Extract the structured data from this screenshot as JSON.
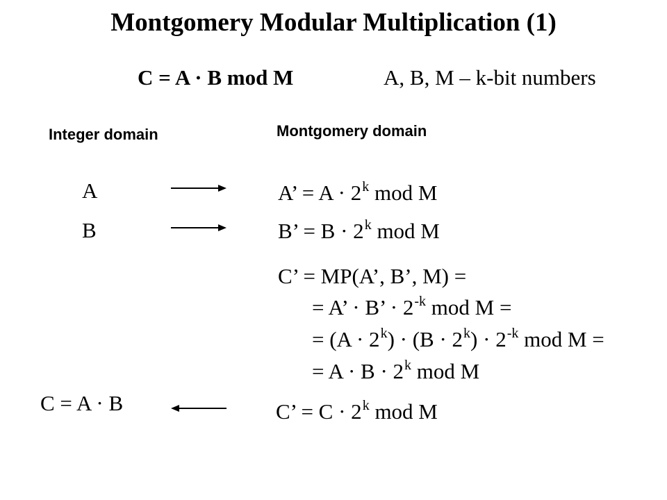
{
  "title": "Montgomery Modular Multiplication (1)",
  "header": {
    "formula": "C = A · B mod  M",
    "note": "A, B, M – k-bit numbers"
  },
  "columns": {
    "integer": "Integer domain",
    "montgomery": "Montgomery domain"
  },
  "integer_items": {
    "a": "A",
    "b": "B",
    "c": "C = A · B"
  },
  "montgomery_items": {
    "a_prime": {
      "pre": "A’ = A · 2",
      "exp": "k",
      "post": " mod M"
    },
    "b_prime": {
      "pre": "B’ = B · 2",
      "exp": "k",
      "post": " mod M"
    },
    "c_prime_lines": {
      "l1": "C’ = MP(A’, B’, M) =",
      "l2": {
        "pre": "= A’ · B’ · 2",
        "exp": "-k",
        "post": " mod M ="
      },
      "l3": {
        "p1": "= (A · 2",
        "e1": "k",
        "p2": ") · (B · 2",
        "e2": "k",
        "p3": ") · 2",
        "e3": "-k",
        "p4": " mod M ="
      },
      "l4": {
        "pre": "= A · B · 2",
        "exp": "k",
        "post": " mod M"
      }
    },
    "c_prime_final": {
      "pre": "C’  = C · 2",
      "exp": "k",
      "post": " mod M"
    }
  },
  "arrows": [
    {
      "from": "A",
      "to": "A’",
      "direction": "right"
    },
    {
      "from": "B",
      "to": "B’",
      "direction": "right"
    },
    {
      "from": "C’",
      "to": "C",
      "direction": "left"
    }
  ]
}
